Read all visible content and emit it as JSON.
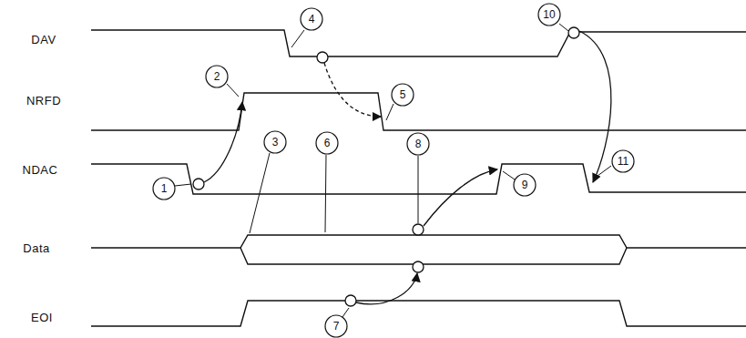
{
  "diagram": {
    "labels": [
      "DAV",
      "NRFD",
      "NDAC",
      "Data",
      "EOI",
      "1",
      "2",
      "3",
      "4",
      "5",
      "6",
      "7",
      "8",
      "9",
      "10",
      "11"
    ]
  }
}
